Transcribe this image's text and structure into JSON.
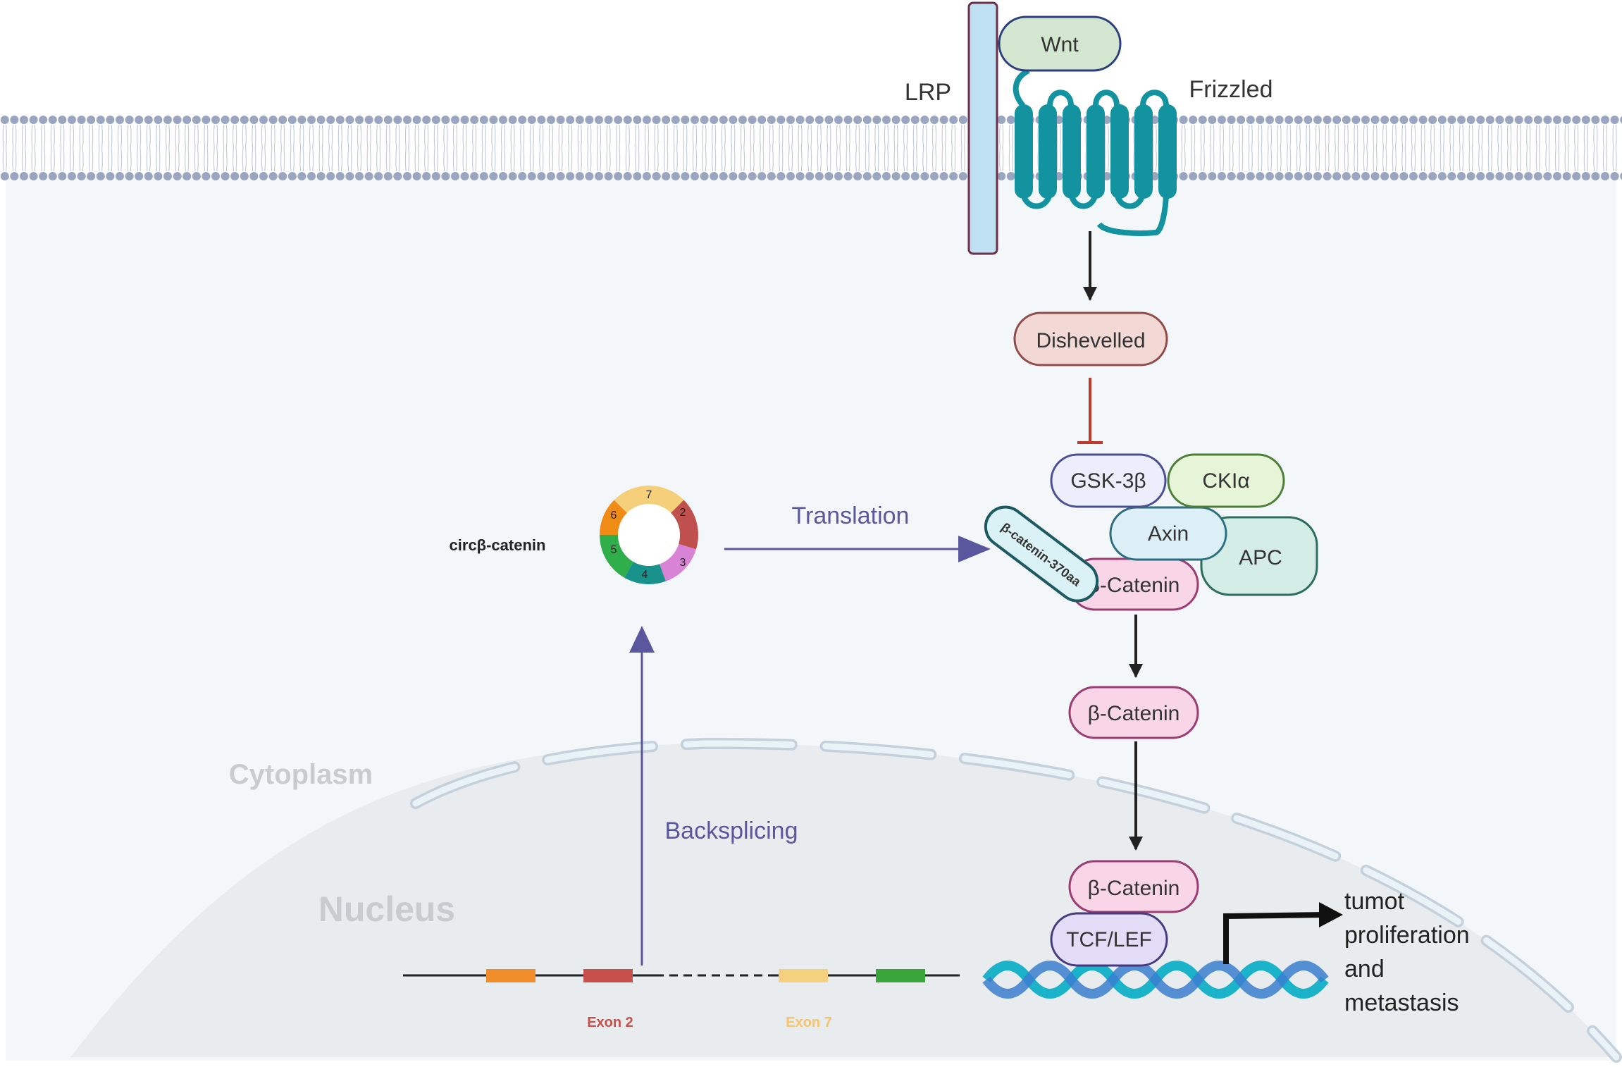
{
  "receptors": {
    "wnt": "Wnt",
    "lrp": "LRP",
    "frizzled": "Frizzled"
  },
  "proteins": {
    "dishevelled": "Dishevelled",
    "gsk3b": "GSK-3β",
    "ck1a": "CKIα",
    "axin": "Axin",
    "apc": "APC",
    "beta_catenin_complex": "β-Catenin",
    "beta_catenin_free": "β-Catenin",
    "beta_catenin_nuclear": "β-Catenin",
    "tcf_lef": "TCF/LEF",
    "beta_catenin_370aa": "β-catenin-370aa"
  },
  "circrna": {
    "label": "circβ-catenin",
    "segments": [
      "7",
      "2",
      "3",
      "4",
      "5",
      "6"
    ]
  },
  "process_labels": {
    "translation": "Translation",
    "backsplicing": "Backsplicing"
  },
  "compartments": {
    "cytoplasm": "Cytoplasm",
    "nucleus": "Nucleus"
  },
  "gene": {
    "exon2": "Exon 2",
    "exon7": "Exon 7"
  },
  "outcome": {
    "lines": [
      "tumot",
      "proliferation",
      "and",
      "metastasis"
    ]
  },
  "colors": {
    "purple_arrow": "#5b579e",
    "teal_receptor": "#13939f",
    "inhibition_red": "#c0392b",
    "nucleus_fill": "#e9ecef",
    "cytoplasm_fill": "#f4f7fa"
  }
}
